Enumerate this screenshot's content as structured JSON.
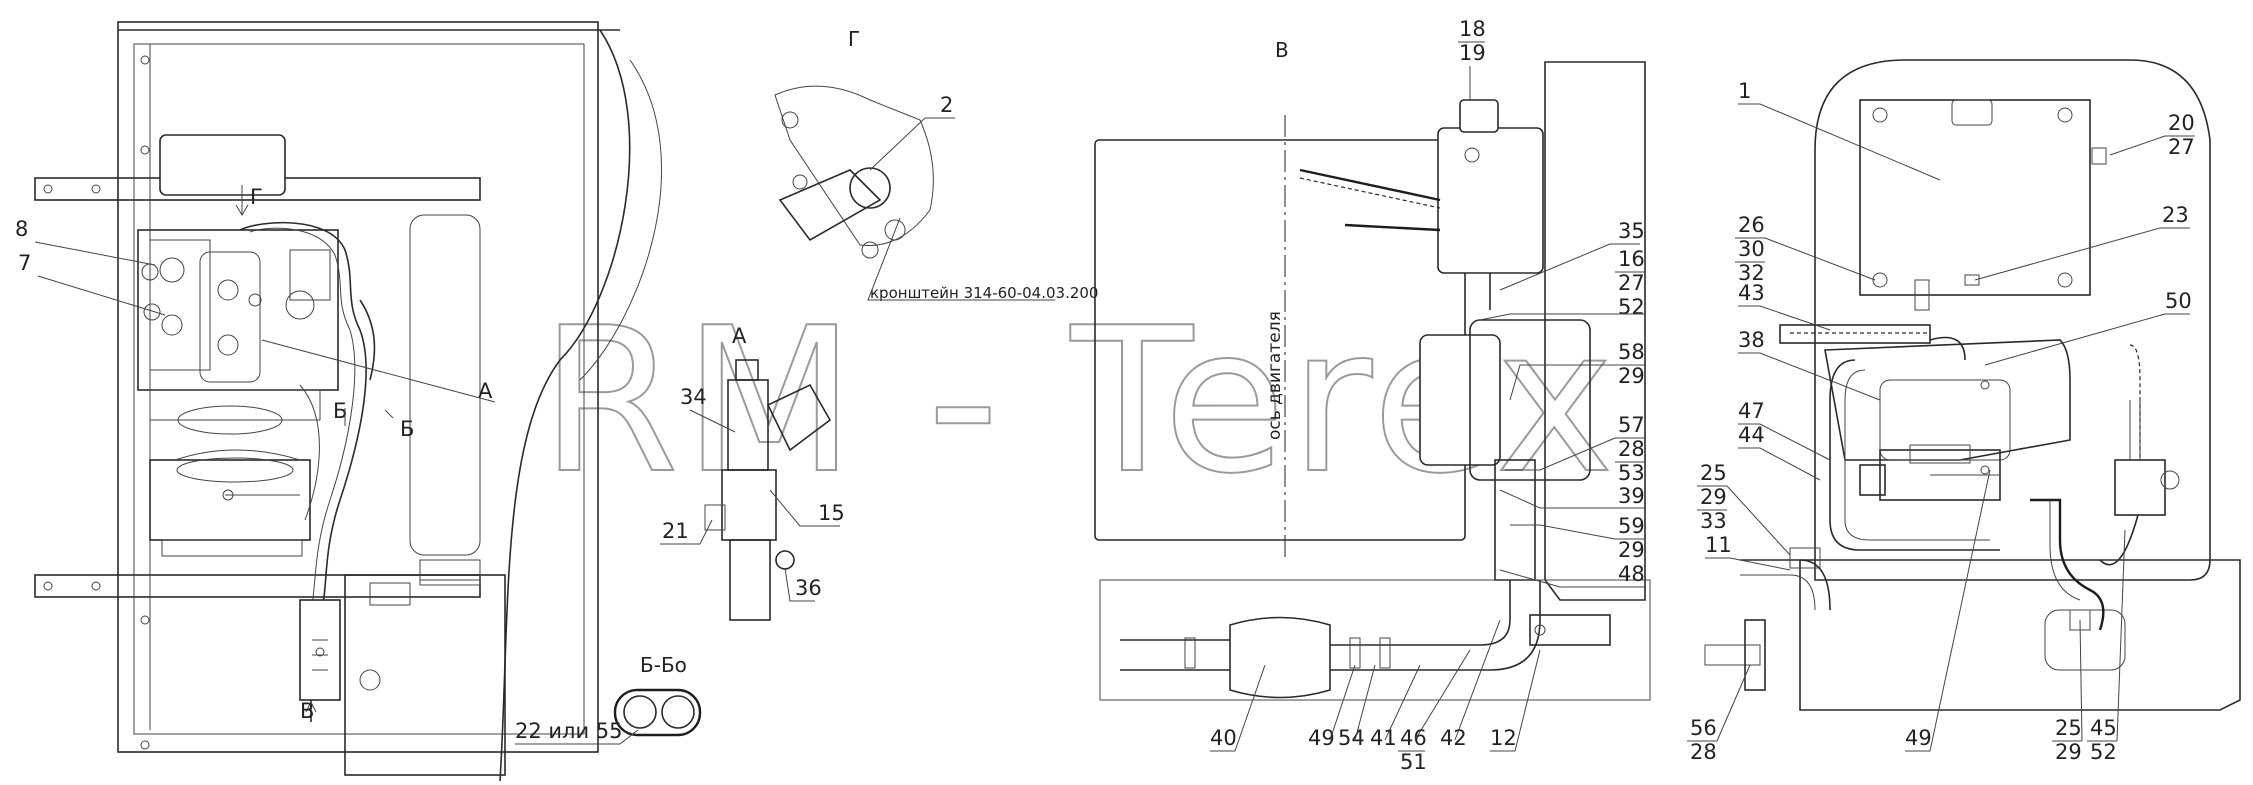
{
  "watermark": "RM - Terex",
  "views": {
    "g": "Г",
    "v": "В",
    "b_section": "Б-Бо",
    "engine_axis": "ось двигателя",
    "bracket_note": "кронштейн 314-60-04.03.200"
  },
  "markers": {
    "A": "А",
    "B": "Б",
    "G": "Г",
    "V": "В"
  },
  "callouts": {
    "c1": "1",
    "c2": "2",
    "c7": "7",
    "c8": "8",
    "c11": "11",
    "c12": "12",
    "c15": "15",
    "c16": "16",
    "c16b": "27",
    "c18": "18",
    "c18b": "19",
    "c20": "20",
    "c20b": "27",
    "c21": "21",
    "c22": "22 или 55",
    "c23": "23",
    "c25a": "25",
    "c25b": "29",
    "c25c": "33",
    "c25d": "25",
    "c25e": "29",
    "c26a": "26",
    "c26b": "30",
    "c26c": "32",
    "c34": "34",
    "c35": "35",
    "c36": "36",
    "c38": "38",
    "c39": "39",
    "c40": "40",
    "c41": "41",
    "c42": "42",
    "c43": "43",
    "c44": "44",
    "c45a": "45",
    "c45b": "52",
    "c46a": "46",
    "c46b": "51",
    "c47": "47",
    "c48": "48",
    "c49a": "49",
    "c49b": "49",
    "c50": "50",
    "c52": "52",
    "c54": "54",
    "c56a": "56",
    "c56b": "28",
    "c57a": "57",
    "c57b": "28",
    "c57c": "53",
    "c58a": "58",
    "c58b": "29",
    "c59a": "59",
    "c59b": "29"
  }
}
